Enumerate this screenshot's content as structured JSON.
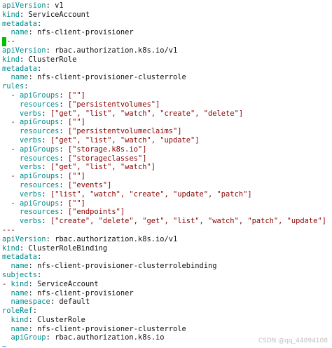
{
  "colors": {
    "key": "#008b8b",
    "string": "#8b0000",
    "plain": "#111111",
    "cursor": "#00c000",
    "tilde": "#2e5ee8",
    "background": "#ffffff"
  },
  "lines": [
    {
      "indent": "",
      "dash": "",
      "key": "apiVersion",
      "sep": ": ",
      "value": "v1",
      "type": "plain"
    },
    {
      "indent": "",
      "dash": "",
      "key": "kind",
      "sep": ": ",
      "value": "ServiceAccount",
      "type": "plain"
    },
    {
      "indent": "",
      "dash": "",
      "key": "metadata",
      "sep": ":",
      "value": "",
      "type": "plain"
    },
    {
      "indent": "  ",
      "dash": "",
      "key": "name",
      "sep": ": ",
      "value": "nfs-client-provisioner",
      "type": "plain"
    },
    {
      "indent": "",
      "dash": "",
      "key": "",
      "sep": "",
      "value": "--",
      "type": "cursor-doc"
    },
    {
      "indent": "",
      "dash": "",
      "key": "apiVersion",
      "sep": ": ",
      "value": "rbac.authorization.k8s.io/v1",
      "type": "plain"
    },
    {
      "indent": "",
      "dash": "",
      "key": "kind",
      "sep": ": ",
      "value": "ClusterRole",
      "type": "plain"
    },
    {
      "indent": "",
      "dash": "",
      "key": "metadata",
      "sep": ":",
      "value": "",
      "type": "plain"
    },
    {
      "indent": "  ",
      "dash": "",
      "key": "name",
      "sep": ": ",
      "value": "nfs-client-provisioner-clusterrole",
      "type": "plain"
    },
    {
      "indent": "",
      "dash": "",
      "key": "rules",
      "sep": ":",
      "value": "",
      "type": "plain"
    },
    {
      "indent": "  ",
      "dash": "- ",
      "key": "apiGroups",
      "sep": ": ",
      "value": "[\"\"]",
      "type": "string"
    },
    {
      "indent": "    ",
      "dash": "",
      "key": "resources",
      "sep": ": ",
      "value": "[\"persistentvolumes\"]",
      "type": "string"
    },
    {
      "indent": "    ",
      "dash": "",
      "key": "verbs",
      "sep": ": ",
      "value": "[\"get\", \"list\", \"watch\", \"create\", \"delete\"]",
      "type": "string"
    },
    {
      "indent": "  ",
      "dash": "- ",
      "key": "apiGroups",
      "sep": ": ",
      "value": "[\"\"]",
      "type": "string"
    },
    {
      "indent": "    ",
      "dash": "",
      "key": "resources",
      "sep": ": ",
      "value": "[\"persistentvolumeclaims\"]",
      "type": "string"
    },
    {
      "indent": "    ",
      "dash": "",
      "key": "verbs",
      "sep": ": ",
      "value": "[\"get\", \"list\", \"watch\", \"update\"]",
      "type": "string"
    },
    {
      "indent": "  ",
      "dash": "- ",
      "key": "apiGroups",
      "sep": ": ",
      "value": "[\"storage.k8s.io\"]",
      "type": "string"
    },
    {
      "indent": "    ",
      "dash": "",
      "key": "resources",
      "sep": ": ",
      "value": "[\"storageclasses\"]",
      "type": "string"
    },
    {
      "indent": "    ",
      "dash": "",
      "key": "verbs",
      "sep": ": ",
      "value": "[\"get\", \"list\", \"watch\"]",
      "type": "string"
    },
    {
      "indent": "  ",
      "dash": "- ",
      "key": "apiGroups",
      "sep": ": ",
      "value": "[\"\"]",
      "type": "string"
    },
    {
      "indent": "    ",
      "dash": "",
      "key": "resources",
      "sep": ": ",
      "value": "[\"events\"]",
      "type": "string"
    },
    {
      "indent": "    ",
      "dash": "",
      "key": "verbs",
      "sep": ": ",
      "value": "[\"list\", \"watch\", \"create\", \"update\", \"patch\"]",
      "type": "string"
    },
    {
      "indent": "  ",
      "dash": "- ",
      "key": "apiGroups",
      "sep": ": ",
      "value": "[\"\"]",
      "type": "string"
    },
    {
      "indent": "    ",
      "dash": "",
      "key": "resources",
      "sep": ": ",
      "value": "[\"endpoints\"]",
      "type": "string"
    },
    {
      "indent": "    ",
      "dash": "",
      "key": "verbs",
      "sep": ": ",
      "value": "[\"create\", \"delete\", \"get\", \"list\", \"watch\", \"patch\", \"update\"]",
      "type": "string"
    },
    {
      "indent": "",
      "dash": "",
      "key": "",
      "sep": "",
      "value": "---",
      "type": "doc"
    },
    {
      "indent": "",
      "dash": "",
      "key": "apiVersion",
      "sep": ": ",
      "value": "rbac.authorization.k8s.io/v1",
      "type": "plain"
    },
    {
      "indent": "",
      "dash": "",
      "key": "kind",
      "sep": ": ",
      "value": "ClusterRoleBinding",
      "type": "plain"
    },
    {
      "indent": "",
      "dash": "",
      "key": "metadata",
      "sep": ":",
      "value": "",
      "type": "plain"
    },
    {
      "indent": "  ",
      "dash": "",
      "key": "name",
      "sep": ": ",
      "value": "nfs-client-provisioner-clusterrolebinding",
      "type": "plain"
    },
    {
      "indent": "",
      "dash": "",
      "key": "subjects",
      "sep": ":",
      "value": "",
      "type": "plain"
    },
    {
      "indent": "",
      "dash": "- ",
      "key": "kind",
      "sep": ": ",
      "value": "ServiceAccount",
      "type": "plain"
    },
    {
      "indent": "  ",
      "dash": "",
      "key": "name",
      "sep": ": ",
      "value": "nfs-client-provisioner",
      "type": "plain"
    },
    {
      "indent": "  ",
      "dash": "",
      "key": "namespace",
      "sep": ": ",
      "value": "default",
      "type": "plain"
    },
    {
      "indent": "",
      "dash": "",
      "key": "roleRef",
      "sep": ":",
      "value": "",
      "type": "plain"
    },
    {
      "indent": "  ",
      "dash": "",
      "key": "kind",
      "sep": ": ",
      "value": "ClusterRole",
      "type": "plain"
    },
    {
      "indent": "  ",
      "dash": "",
      "key": "name",
      "sep": ": ",
      "value": "nfs-client-provisioner-clusterrole",
      "type": "plain"
    },
    {
      "indent": "  ",
      "dash": "",
      "key": "apiGroup",
      "sep": ": ",
      "value": "rbac.authorization.k8s.io",
      "type": "plain"
    },
    {
      "indent": "",
      "dash": "",
      "key": "",
      "sep": "",
      "value": "~",
      "type": "tilde"
    }
  ],
  "watermark": "CSDN @qq_44894108"
}
